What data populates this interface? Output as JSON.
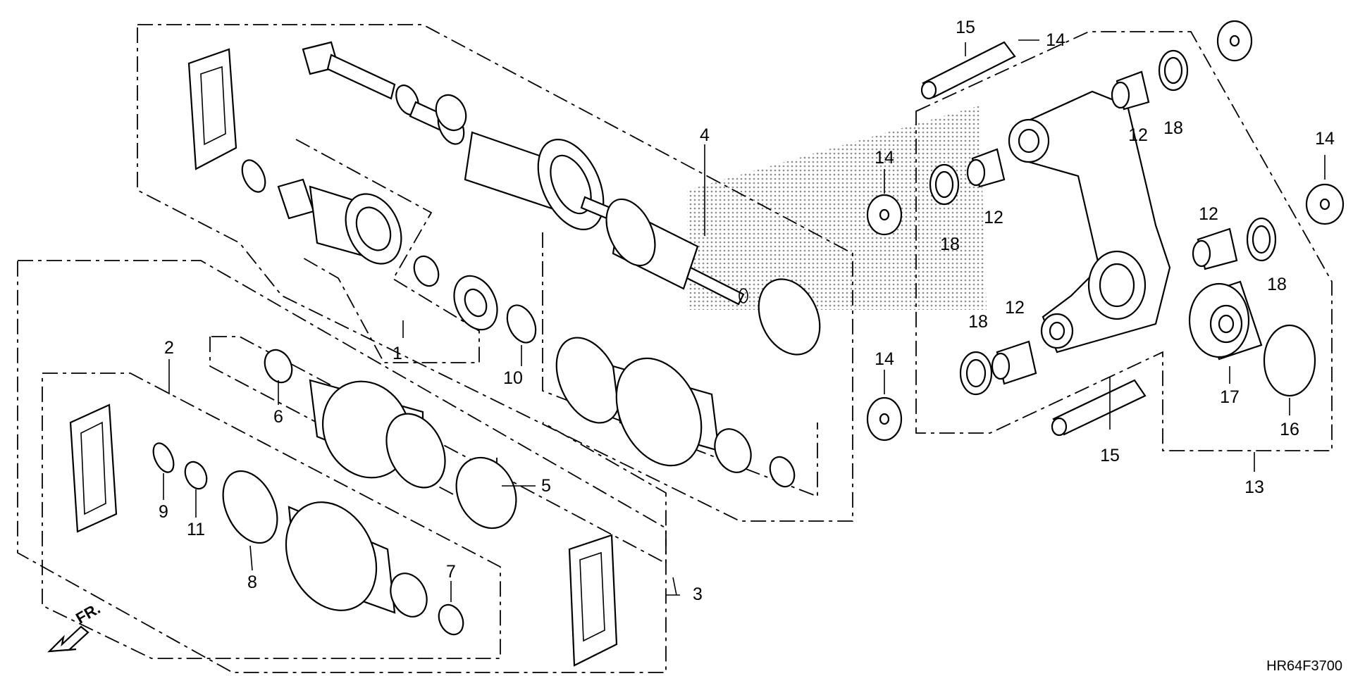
{
  "diagram": {
    "code": "HR64F3700",
    "direction": "FR.",
    "labels": [
      {
        "id": "p1",
        "text": "1"
      },
      {
        "id": "p2",
        "text": "2"
      },
      {
        "id": "p3",
        "text": "3"
      },
      {
        "id": "p4",
        "text": "4"
      },
      {
        "id": "p5",
        "text": "5"
      },
      {
        "id": "p6",
        "text": "6"
      },
      {
        "id": "p7",
        "text": "7"
      },
      {
        "id": "p8",
        "text": "8"
      },
      {
        "id": "p9",
        "text": "9"
      },
      {
        "id": "p10",
        "text": "10"
      },
      {
        "id": "p11",
        "text": "11"
      },
      {
        "id": "p12a",
        "text": "12"
      },
      {
        "id": "p12b",
        "text": "12"
      },
      {
        "id": "p12c",
        "text": "12"
      },
      {
        "id": "p12d",
        "text": "12"
      },
      {
        "id": "p13",
        "text": "13"
      },
      {
        "id": "p14a",
        "text": "14"
      },
      {
        "id": "p14b",
        "text": "14"
      },
      {
        "id": "p14c",
        "text": "14"
      },
      {
        "id": "p14d",
        "text": "14"
      },
      {
        "id": "p15a",
        "text": "15"
      },
      {
        "id": "p15b",
        "text": "15"
      },
      {
        "id": "p16",
        "text": "16"
      },
      {
        "id": "p17",
        "text": "17"
      },
      {
        "id": "p18a",
        "text": "18"
      },
      {
        "id": "p18b",
        "text": "18"
      },
      {
        "id": "p18c",
        "text": "18"
      },
      {
        "id": "p18d",
        "text": "18"
      }
    ]
  }
}
